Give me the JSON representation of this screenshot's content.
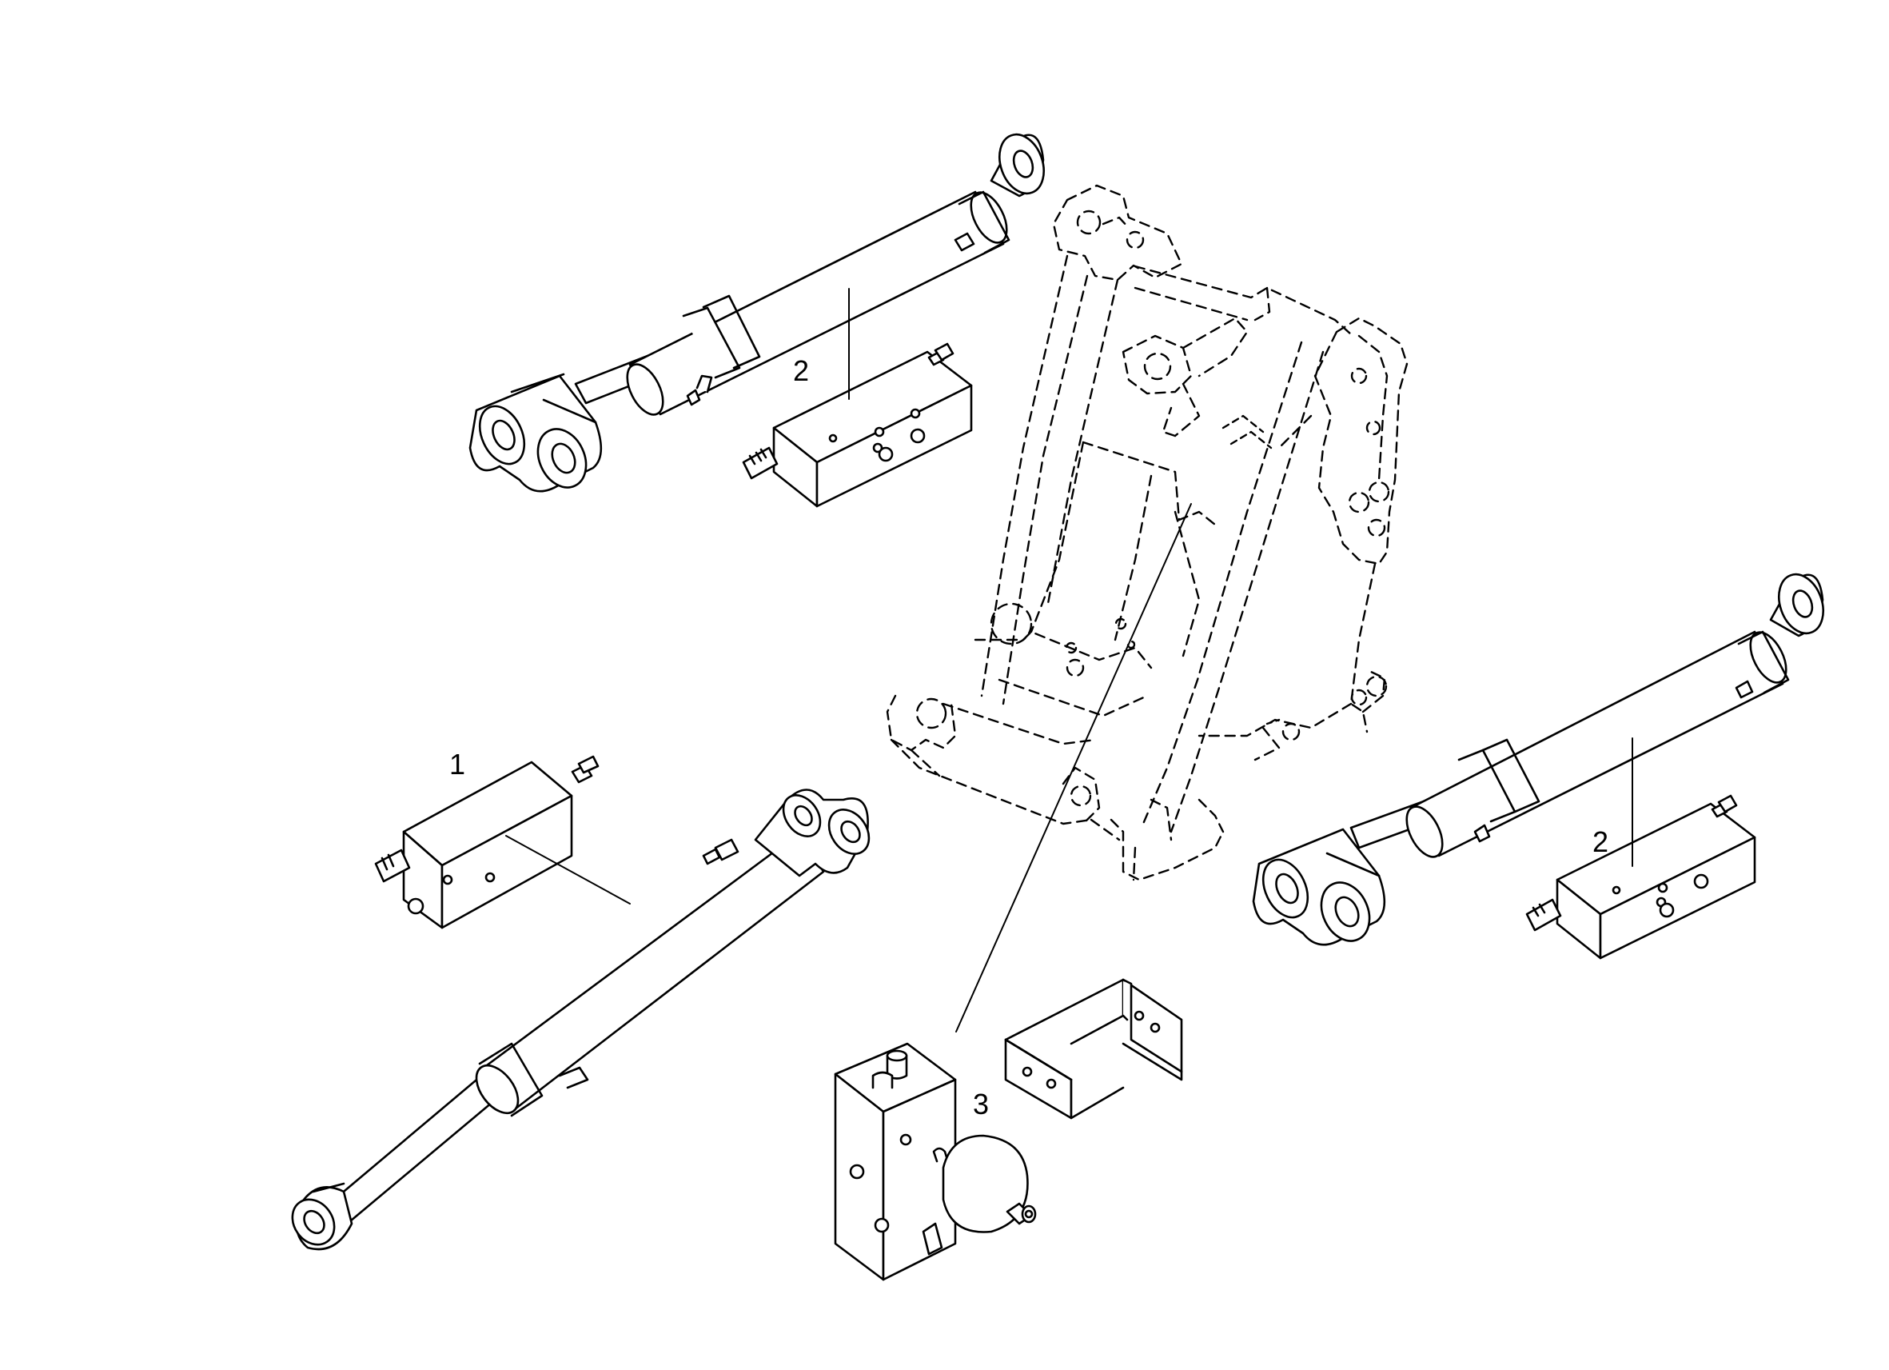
{
  "callouts": {
    "one": "1",
    "two_top": "2",
    "two_right": "2",
    "three": "3"
  },
  "colors": {
    "line": "#000000",
    "background": "#ffffff"
  }
}
